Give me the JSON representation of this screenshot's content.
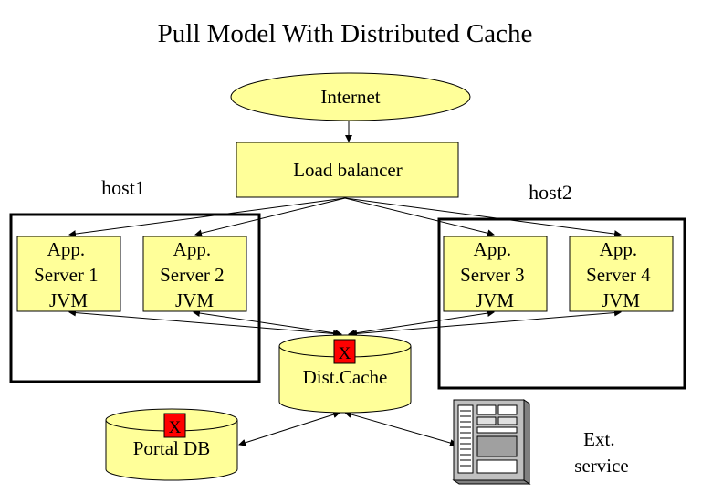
{
  "title": "Pull Model With Distributed Cache",
  "nodes": {
    "internet": "Internet",
    "load_balancer": "Load balancer",
    "host1": "host1",
    "host2": "host2",
    "server1": [
      "App.",
      "Server 1",
      "JVM"
    ],
    "server2": [
      "App.",
      "Server 2",
      "JVM"
    ],
    "server3": [
      "App.",
      "Server 3",
      "JVM"
    ],
    "server4": [
      "App.",
      "Server 4",
      "JVM"
    ],
    "dist_cache": "Dist.Cache",
    "portal_db": "Portal DB",
    "ext_service": [
      "Ext.",
      "service"
    ],
    "x_mark": "X"
  },
  "colors": {
    "node_fill": "#ffff99",
    "x_fill": "#ff0000",
    "server_gray": "#c0c0c0"
  },
  "icons": {
    "ext_service": "server-tower-icon"
  }
}
